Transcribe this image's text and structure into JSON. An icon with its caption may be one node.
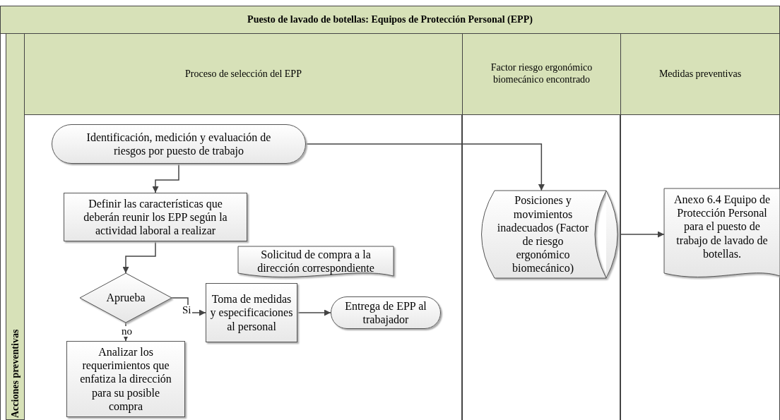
{
  "diagram": {
    "title": "Puesto de lavado de botellas: Equipos de Protección Personal (EPP)",
    "nodes": [
      {
        "text": [
          "Acciones preventivas"
        ]
      },
      {
        "text": [
          "Proceso de selección del EPP"
        ]
      },
      {
        "text": [
          "Factor riesgo ergonómico biomecánico encontrado"
        ]
      },
      {
        "text": [
          "Medidas preventivas"
        ]
      },
      {
        "text": [
          "Identificación, medición y evaluación de riesgos por puesto de trabajo"
        ]
      },
      {
        "text": [
          "Definir las características que deberán reunir los EPP según la actividad laboral a realizar"
        ]
      },
      {
        "text": [
          "Solicitud de compra a la dirección correspondiente"
        ]
      },
      {
        "text": [
          "Aprueba"
        ]
      },
      {
        "text": [
          "Toma de medidas y especificaciones al personal"
        ]
      },
      {
        "text": [
          "Entrega de EPP al trabajador"
        ]
      },
      {
        "text": [
          "Analizar los requerimientos que enfatiza la dirección para su posible compra"
        ]
      },
      {
        "text": [
          "Posiciones y movimientos inadecuados (Factor de riesgo ergonómico biomecánico)"
        ]
      },
      {
        "text": [
          "Anexo 6.4 Equipo de Protección Personal para el puesto de trabajo de lavado de botellas."
        ]
      }
    ],
    "edges": [
      {
        "from": 4,
        "to": 5,
        "arrow": "to"
      },
      {
        "from": 5,
        "to": 7,
        "arrow": "to"
      },
      {
        "from": 7,
        "to": 8,
        "arrow": "to",
        "label": "Si"
      },
      {
        "from": 8,
        "to": 9,
        "arrow": "to"
      },
      {
        "from": 7,
        "to": 10,
        "arrow": "to",
        "label": "no"
      },
      {
        "from": 4,
        "to": 11,
        "arrow": "to"
      },
      {
        "from": 11,
        "to": 12,
        "arrow": "to"
      }
    ]
  }
}
